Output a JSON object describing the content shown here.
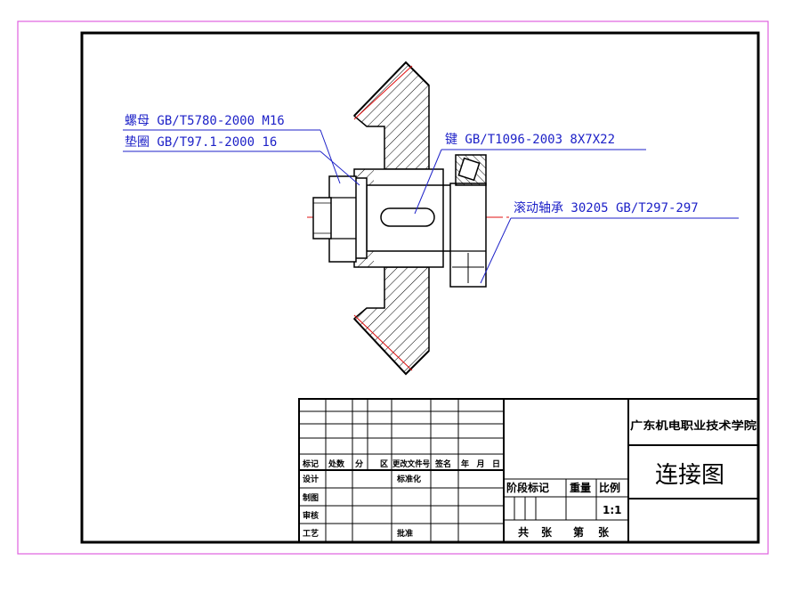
{
  "colors": {
    "sheet_border": "#e060e0",
    "frame": "#000000",
    "callout": "#1e22c8",
    "centerline": "#e01010"
  },
  "callouts": {
    "nut": "螺母 GB/T5780-2000 M16",
    "washer": "垫圈 GB/T97.1-2000 16",
    "key": "键 GB/T1096-2003 8X7X22",
    "bearing": "滚动轴承 30205 GB/T297-297"
  },
  "title_block": {
    "headers": [
      "标记",
      "处数",
      "分",
      "区",
      "更改文件号",
      "签名",
      "年月日"
    ],
    "row_labels": [
      "设计",
      "制图",
      "审核",
      "工艺"
    ],
    "standardize": "标准化",
    "approve": "批准",
    "stage_mark": "阶段标记",
    "weight": "重量",
    "scale": "比例",
    "scale_value": "1:1",
    "sheets_total": "共",
    "sheets_unit1": "张",
    "sheet_no": "第",
    "sheets_unit2": "张",
    "school": "广东机电职业技术学院",
    "drawing_title": "连接图"
  }
}
